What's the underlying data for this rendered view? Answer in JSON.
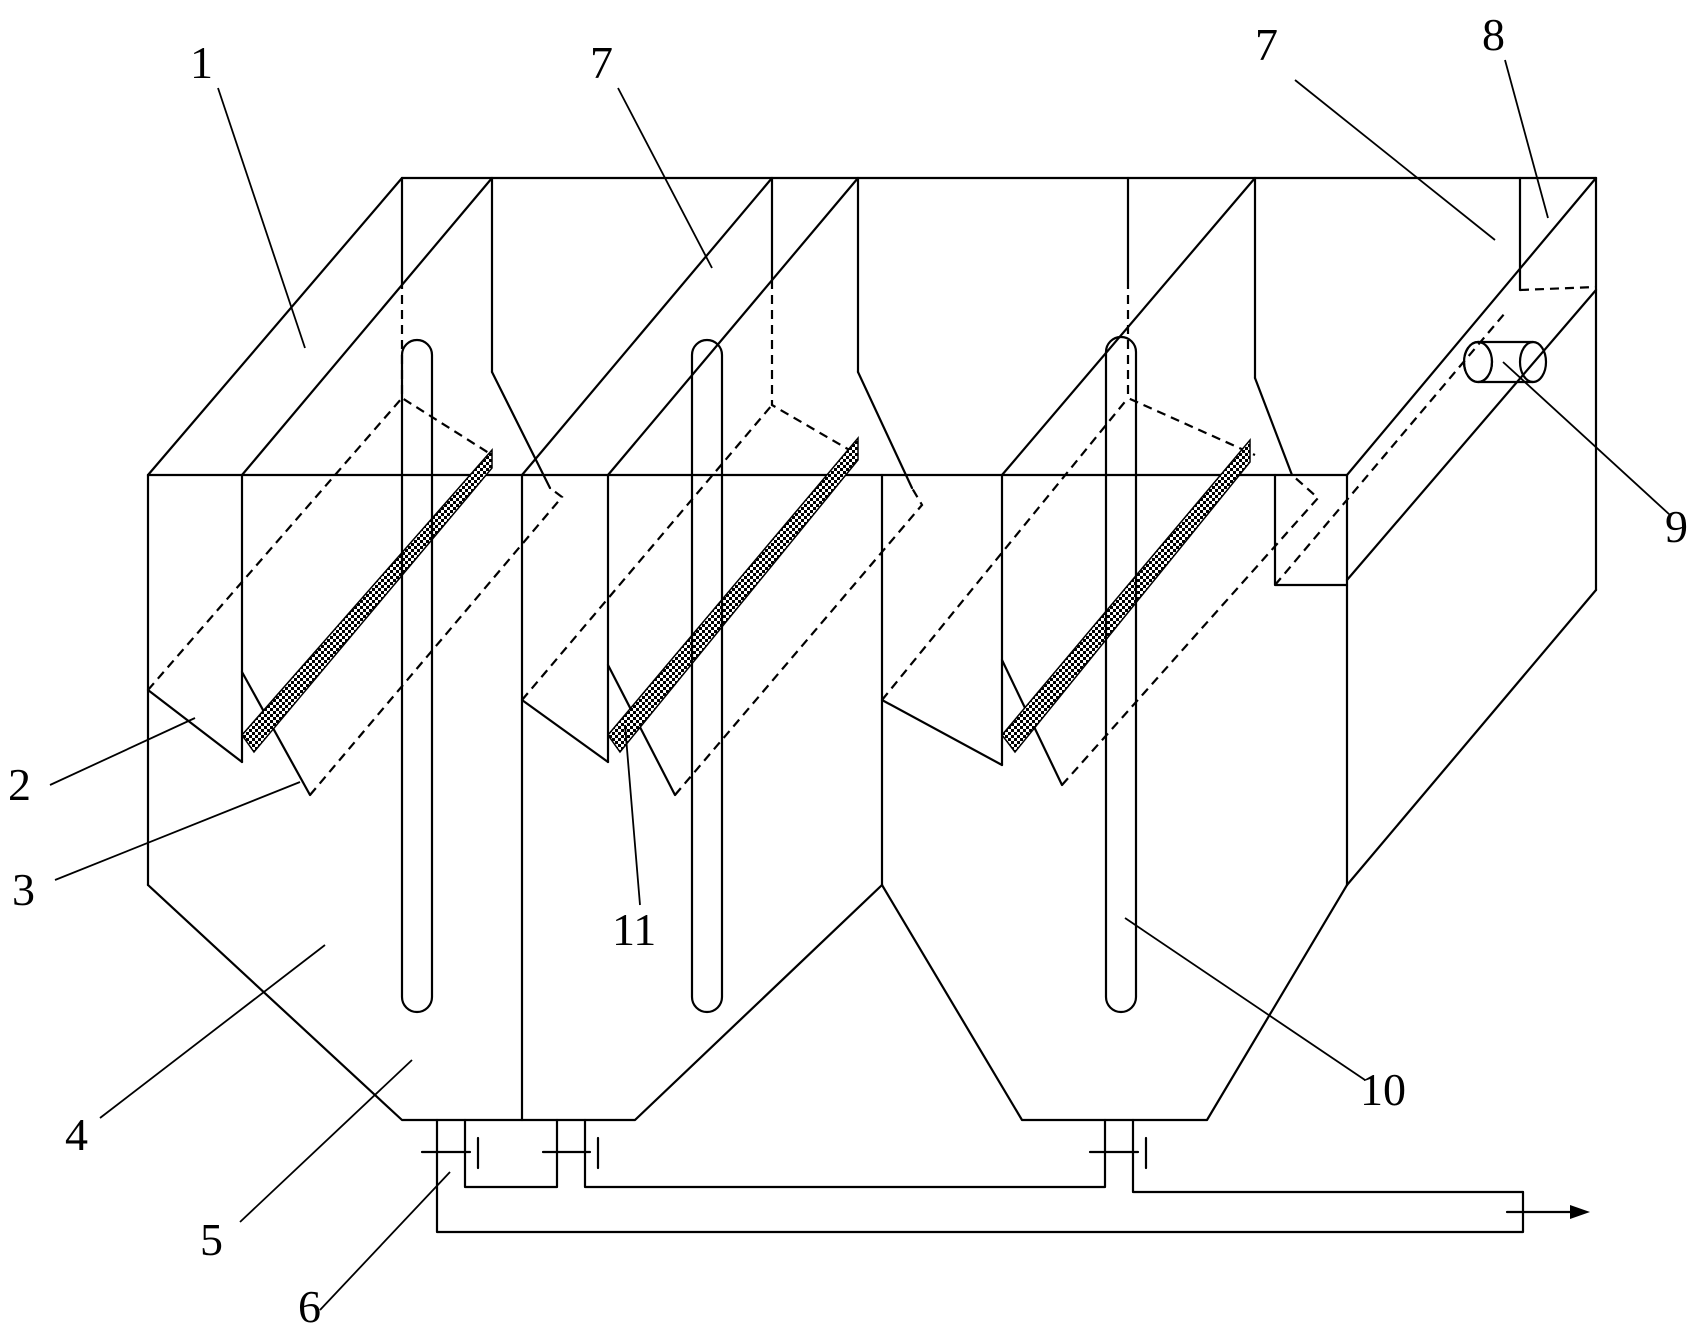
{
  "labels": {
    "l1": "1",
    "l2": "2",
    "l3": "3",
    "l4": "4",
    "l5": "5",
    "l6": "6",
    "l7a": "7",
    "l7b": "7",
    "l8": "8",
    "l9": "9",
    "l10": "10",
    "l11": "11"
  }
}
